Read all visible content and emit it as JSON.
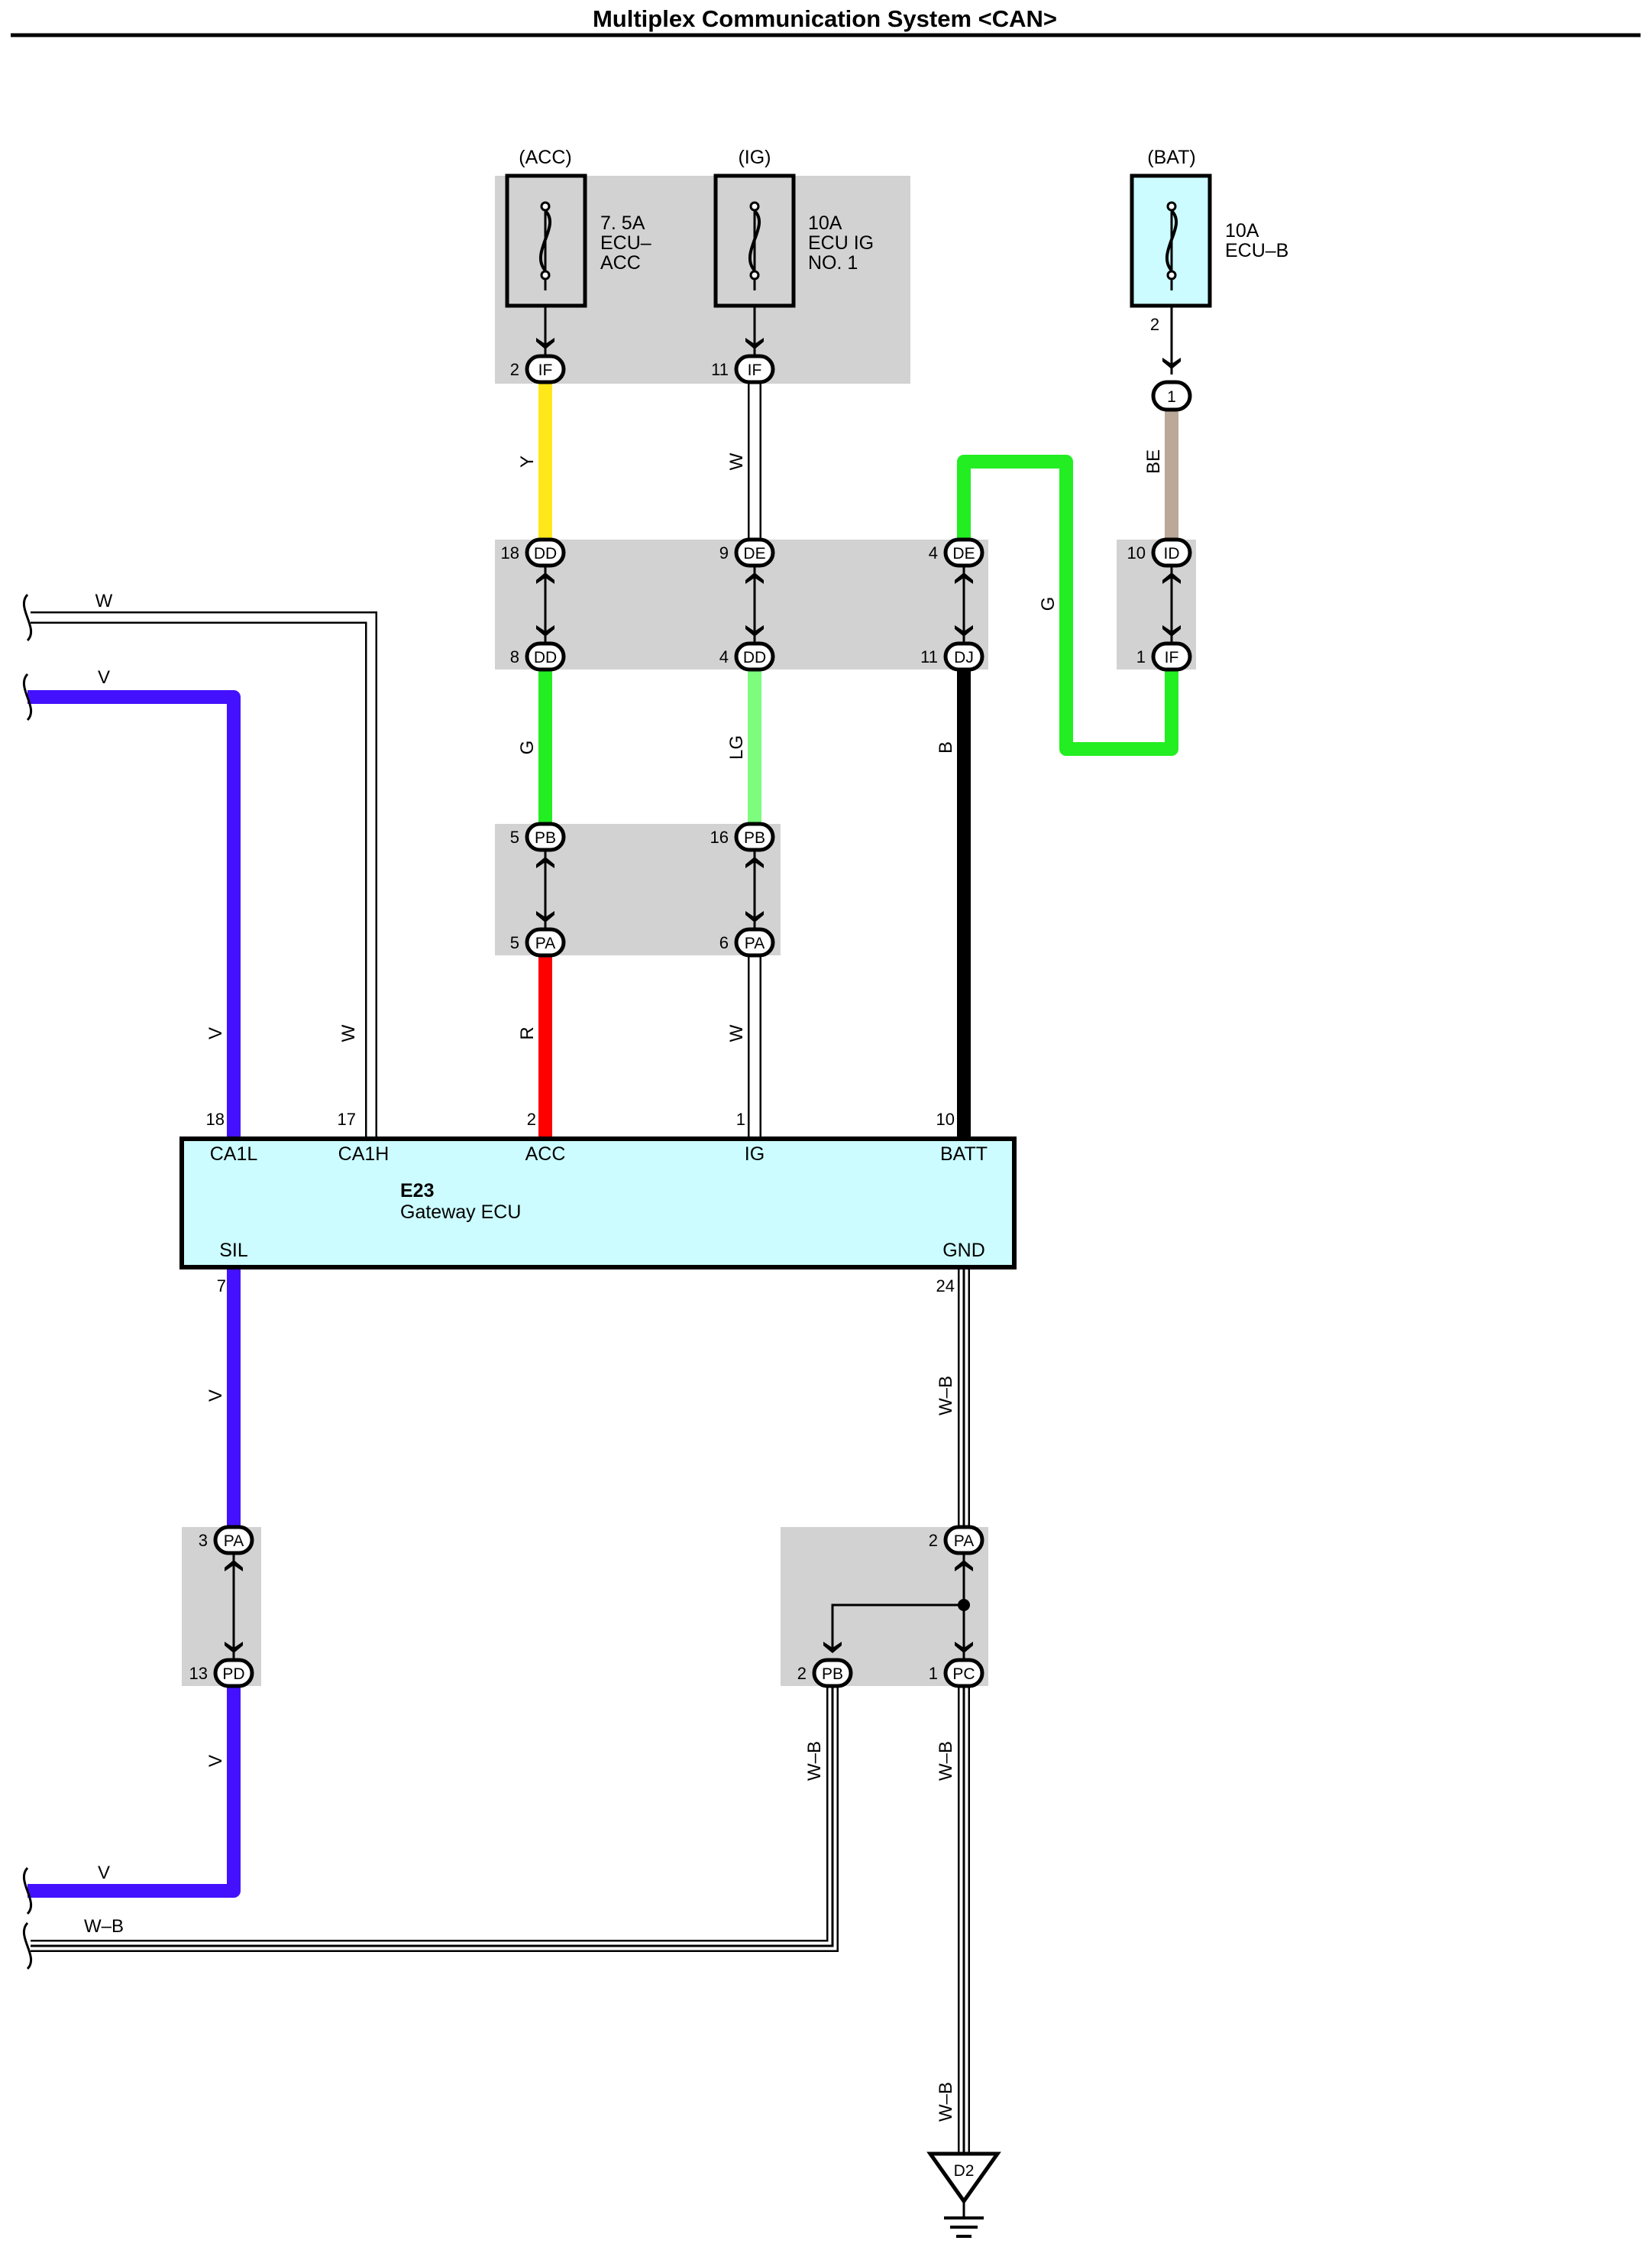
{
  "title": "Multiplex Communication System <CAN>",
  "colors": {
    "yellow": "#ffe81a",
    "red": "#ff0000",
    "green": "#22ee22",
    "light_green": "#7dfc7d",
    "violet": "#4411ff",
    "black": "#000000",
    "beige": "#bba898",
    "box_gray": "#d2d2d2",
    "ecu_fill": "#ccfcff",
    "fuse_bat_fill": "#ccfcff"
  },
  "fuses": {
    "acc": {
      "source": "(ACC)",
      "rating": "7. 5A",
      "name1": "ECU–",
      "name2": "ACC"
    },
    "ig": {
      "source": "(IG)",
      "rating": "10A",
      "name1": "ECU IG",
      "name2": "NO. 1"
    },
    "bat": {
      "source": "(BAT)",
      "rating": "10A",
      "name1": "ECU–B",
      "pin": "2"
    }
  },
  "connectors": {
    "if_acc": {
      "pin": "2",
      "code": "IF"
    },
    "if_ig": {
      "pin": "11",
      "code": "IF"
    },
    "bat_1": {
      "code": "1"
    },
    "dd_top": {
      "pin": "18",
      "code": "DD"
    },
    "de_top": {
      "pin": "9",
      "code": "DE"
    },
    "de4_top": {
      "pin": "4",
      "code": "DE"
    },
    "id_top": {
      "pin": "10",
      "code": "ID"
    },
    "dd_bot": {
      "pin": "8",
      "code": "DD"
    },
    "dd4_bot": {
      "pin": "4",
      "code": "DD"
    },
    "dj_bot": {
      "pin": "11",
      "code": "DJ"
    },
    "if_bot": {
      "pin": "1",
      "code": "IF"
    },
    "pb_5": {
      "pin": "5",
      "code": "PB"
    },
    "pb_16": {
      "pin": "16",
      "code": "PB"
    },
    "pa_5": {
      "pin": "5",
      "code": "PA"
    },
    "pa_6": {
      "pin": "6",
      "code": "PA"
    },
    "pa_3": {
      "pin": "3",
      "code": "PA"
    },
    "pd_13": {
      "pin": "13",
      "code": "PD"
    },
    "pa_2": {
      "pin": "2",
      "code": "PA"
    },
    "pb_2": {
      "pin": "2",
      "code": "PB"
    },
    "pc_1": {
      "pin": "1",
      "code": "PC"
    }
  },
  "wire_labels": {
    "y": "Y",
    "w_ig": "W",
    "be": "BE",
    "g_loop": "G",
    "g_acc": "G",
    "lg": "LG",
    "b": "B",
    "r": "R",
    "w_ig2": "W",
    "v_left": "V",
    "w_left": "W",
    "v_top": "V",
    "w_top": "W",
    "v_mid": "V",
    "v_low": "V",
    "v_bottom": "V",
    "wb_bottom": "W–B",
    "wb_gnd1": "W–B",
    "wb_gnd2": "W–B",
    "wb_gnd3": "W–B",
    "wb_pb": "W–B"
  },
  "ecu": {
    "code": "E23",
    "name": "Gateway ECU",
    "terminals": [
      {
        "pin": "18",
        "name": "CA1L"
      },
      {
        "pin": "17",
        "name": "CA1H"
      },
      {
        "pin": "2",
        "name": "ACC"
      },
      {
        "pin": "1",
        "name": "IG"
      },
      {
        "pin": "10",
        "name": "BATT"
      }
    ],
    "bottom": [
      {
        "pin": "7",
        "name": "SIL"
      },
      {
        "pin": "24",
        "name": "GND"
      }
    ]
  },
  "ground": {
    "code": "D2"
  }
}
